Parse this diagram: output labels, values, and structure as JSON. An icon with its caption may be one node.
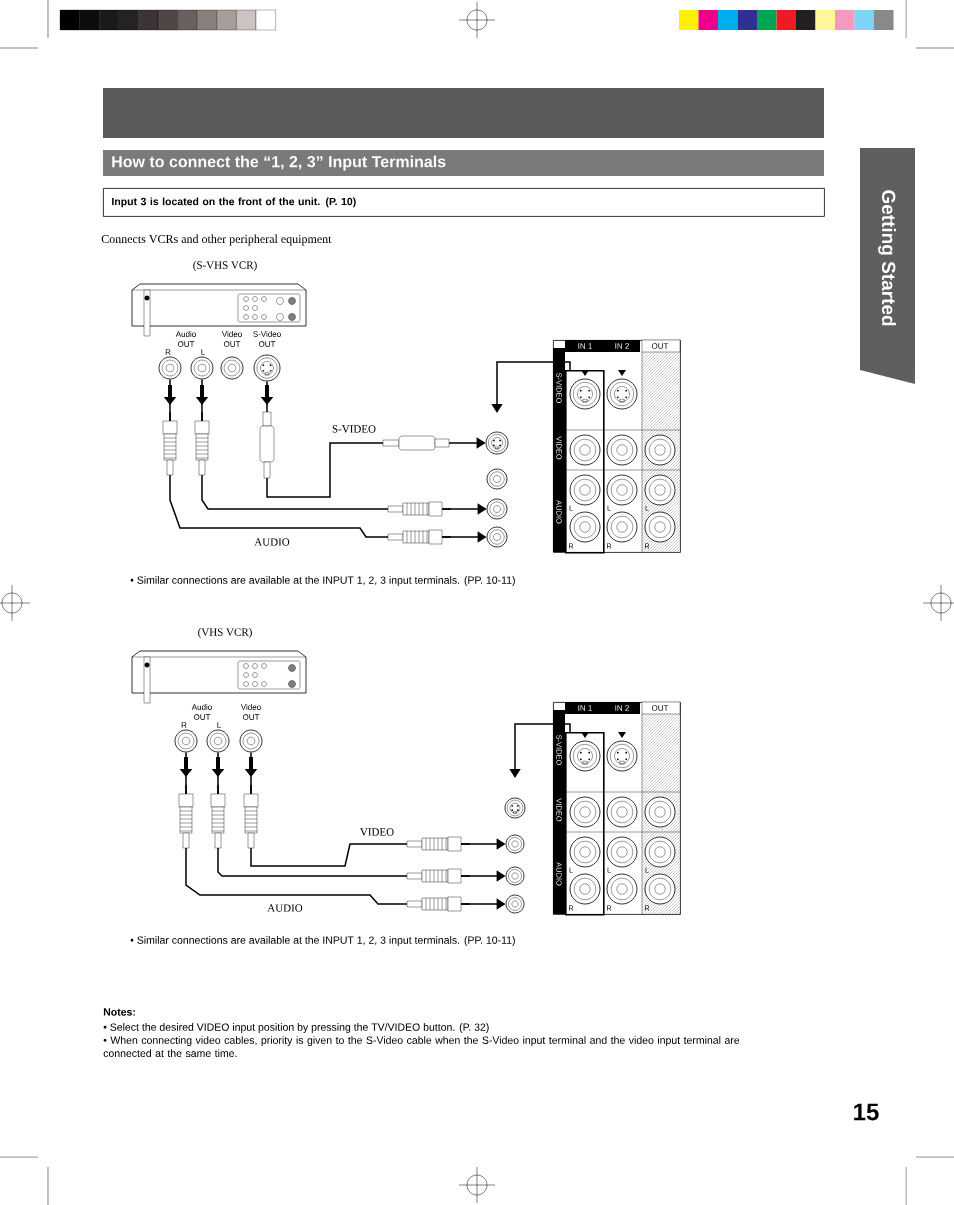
{
  "diagram": {
    "title": "How to connect the “1, 2, 3” Input Terminals",
    "nodes": [
      {
        "text": [
          "Input 3 is located on the front of the unit. (P. 10)"
        ]
      },
      {
        "text": [],
        "shape": "circle",
        "beside": [
          "R"
        ]
      },
      {
        "text": [],
        "shape": "circle",
        "beside": [
          "L"
        ]
      },
      {
        "text": [],
        "shape": "circle"
      },
      {
        "text": [],
        "shape": "circle"
      },
      {
        "text": [
          "IN 1",
          "IN 2",
          "OUT",
          "S-VIDEO",
          "VIDEO",
          "AUDIO",
          "L",
          "R",
          "L",
          "R"
        ]
      },
      {
        "text": [
          "L",
          "R"
        ],
        "in": 5
      },
      {
        "text": [],
        "shape": "circle",
        "in": 6
      },
      {
        "text": [],
        "shape": "circle",
        "in": 6
      },
      {
        "text": [],
        "shape": "circle",
        "in": 6
      },
      {
        "text": [],
        "shape": "circle",
        "in": 6
      },
      {
        "text": [],
        "shape": "circle",
        "in": 5
      },
      {
        "text": [],
        "shape": "circle",
        "in": 5
      },
      {
        "text": [],
        "shape": "circle",
        "in": 5
      },
      {
        "text": [],
        "shape": "circle",
        "in": 5
      },
      {
        "text": [],
        "shape": "circle",
        "in": 5
      },
      {
        "text": [],
        "shape": "circle",
        "in": 5
      },
      {
        "text": [],
        "shape": "circle",
        "in": 5
      },
      {
        "text": [],
        "shape": "circle"
      },
      {
        "text": [],
        "shape": "circle"
      },
      {
        "text": [],
        "shape": "circle"
      },
      {
        "text": [],
        "shape": "circle"
      },
      {
        "text": [],
        "shape": "circle",
        "beside": [
          "R"
        ]
      },
      {
        "text": [],
        "shape": "circle",
        "beside": [
          "L"
        ]
      },
      {
        "text": [],
        "shape": "circle"
      },
      {
        "text": [
          "IN 1",
          "IN 2",
          "OUT",
          "S-VIDEO",
          "VIDEO",
          "AUDIO",
          "L",
          "R",
          "L",
          "R"
        ]
      },
      {
        "text": [
          "L",
          "R"
        ],
        "in": 25
      },
      {
        "text": [],
        "shape": "circle",
        "in": 26
      },
      {
        "text": [],
        "shape": "circle",
        "in": 26
      },
      {
        "text": [],
        "shape": "circle",
        "in": 26
      },
      {
        "text": [],
        "shape": "circle",
        "in": 26
      },
      {
        "text": [],
        "shape": "circle",
        "in": 25
      },
      {
        "text": [],
        "shape": "circle",
        "in": 25
      },
      {
        "text": [],
        "shape": "circle",
        "in": 25
      },
      {
        "text": [],
        "shape": "circle",
        "in": 25
      },
      {
        "text": [],
        "shape": "circle",
        "in": 25
      },
      {
        "text": [],
        "shape": "circle",
        "in": 25
      },
      {
        "text": [],
        "shape": "circle",
        "in": 25
      },
      {
        "text": [],
        "shape": "circle"
      },
      {
        "text": [],
        "shape": "circle"
      },
      {
        "text": [],
        "shape": "circle"
      },
      {
        "text": [],
        "shape": "circle"
      },
      {
        "text": [
          "Getting Started"
        ]
      }
    ],
    "edges": [
      {
        "from": 4,
        "to": 18,
        "arrow": "to",
        "label": "S-VIDEO"
      },
      {
        "from": 1,
        "to": 21,
        "arrow": "to",
        "label": "AUDIO"
      },
      {
        "from": 2,
        "to": 20,
        "arrow": "to"
      },
      {
        "from": 6,
        "to": null,
        "arrow": "to"
      },
      {
        "from": 24,
        "to": 39,
        "arrow": "to",
        "label": "VIDEO"
      },
      {
        "from": 22,
        "to": 41,
        "arrow": "to",
        "label": "AUDIO"
      },
      {
        "from": 23,
        "to": 40,
        "arrow": "to"
      },
      {
        "from": 26,
        "to": null,
        "arrow": "to"
      }
    ],
    "labels": [
      "Connects VCRs and other peripheral equipment",
      "(S-VHS VCR)",
      "Audio OUT",
      "Video OUT",
      "S-Video OUT",
      "• Similar connections are available at the INPUT 1, 2, 3 input terminals. (PP. 10-11)",
      "(VHS VCR)",
      "Audio OUT",
      "Video OUT",
      "• Similar connections are available at the INPUT 1, 2, 3 input terminals. (PP. 10-11)",
      "Notes:",
      "• Select the desired VIDEO input position by pressing the TV/VIDEO button. (P. 32)",
      "• When connecting video cables, priority is given to the S-Video cable when the S-Video input terminal and the video input terminal are connected at the same time.",
      "15"
    ]
  }
}
